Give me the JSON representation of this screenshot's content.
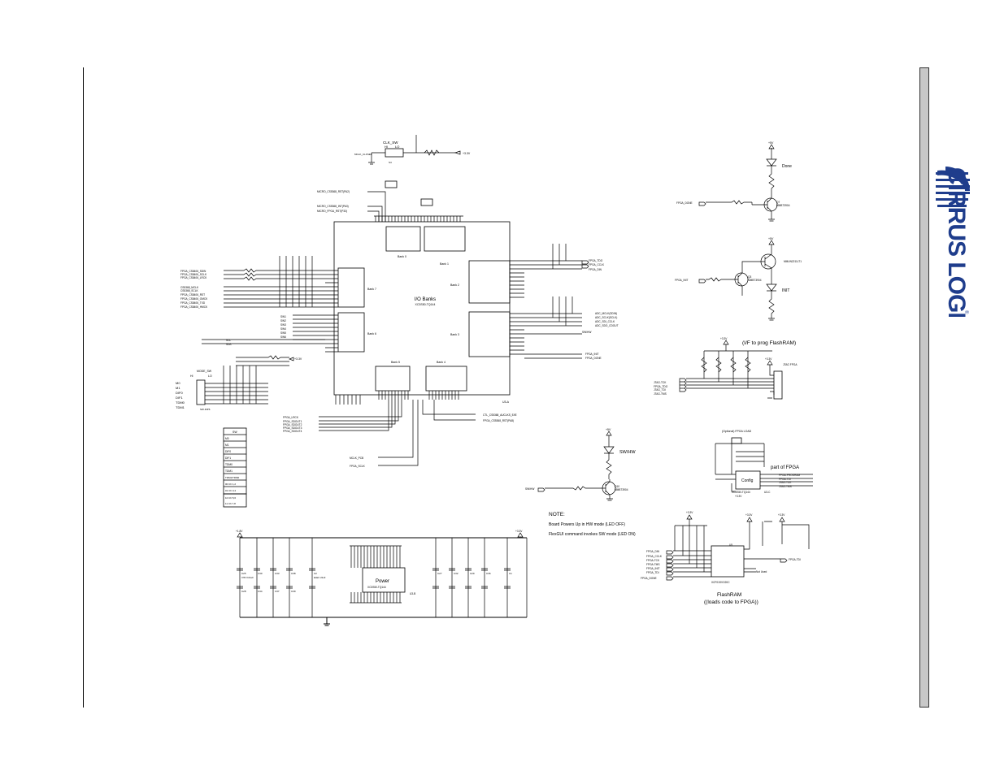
{
  "brand": {
    "name": "CIRRUS LOGIC",
    "registered": "®"
  },
  "fpga_core": {
    "title": "I/O Banks",
    "part": "XC3S50-TQ144",
    "ref": "U3-A",
    "banks": [
      "Bank 0",
      "Bank 1",
      "Bank 2",
      "Bank 3",
      "Bank 4",
      "Bank 5",
      "Bank 6",
      "Bank 7"
    ]
  },
  "clk_switch": {
    "label": "CLK_SW",
    "hi": "HI",
    "lo": "LO",
    "ref": "S4",
    "net": "MCLK_CLKSEL"
  },
  "rail_33": "+3.3V",
  "rail_5": "+5V",
  "rail_18": "+1.8V",
  "micro_nets": [
    "MICRO_CS5368_RST(PA2)",
    "MICRO_CS5368_INT(PA3)",
    "MICRO_FPGA_RST(P33)"
  ],
  "left_nets_a": [
    "FPGA_CS8406_SDIN",
    "FPGA_CS8406_SCLK",
    "FPGA_CS8406_LRCK",
    "CS5368_MCLK",
    "CS5368_SCLK",
    "FPGA_CS8406_RST",
    "FPGA_CS8406_OMCK",
    "FPGA_CS8406_TXD",
    "FPGA_CS8406_HMCK"
  ],
  "left_nets_b": [
    "SW1",
    "SW2",
    "SW3",
    "SW4",
    "SW5",
    "SW6"
  ],
  "i2c_nets": [
    "SCL",
    "SDA"
  ],
  "mode_switch": {
    "title": "MODE_SW",
    "hi": "HI",
    "lo": "LO",
    "rows": [
      "M0",
      "M1",
      "DIF0",
      "DIF1",
      "TDM0",
      "TDM1"
    ],
    "ref": "SW-DIP6"
  },
  "mode_table": {
    "header": "SW",
    "rows": [
      "M0",
      "M1",
      "DIF0",
      "DIF1",
      "TDM0",
      "TDM1"
    ],
    "tdm_header": "TDM1/TDM0",
    "tdm_rows": [
      "00 Ch 1,2",
      "01 Ch 3,4",
      "10 Ch 5,6",
      "11 Ch 7,8"
    ]
  },
  "right_nets": [
    "FPGA_TDO",
    "FPGA_CCLK",
    "FPGA_DIN",
    "ADC_MCLK(SDIN)",
    "ADC_SCLK(SCLK)",
    "ADC_SDI_CCLK",
    "ADC_SDO_CDOUT",
    "SW/HW",
    "FPGA_INIT",
    "FPGA_DONE"
  ],
  "bottom_nets": [
    "CTL_CS5368_AUCLKS_E/IE",
    "FPGA_CS5368_RST(PA8)",
    "MCLK_PCB",
    "FPGA_SCLK",
    "FPGA_LRCK",
    "FPGA_SDOUT1",
    "FPGA_SDOUT2",
    "FPGA_SDOUT3",
    "FPGA_SDOUT4"
  ],
  "done_led": {
    "label": "Done",
    "transistor": "MMBT3904",
    "net": "FPGA_DONE",
    "ref": "Q7"
  },
  "init_led": {
    "label": "INIT",
    "transistor": "MMBT3904",
    "net": "FPGA_INIT",
    "ref": "Q3",
    "pnp": "MMUN2211LT1"
  },
  "swhw_led": {
    "label": "SW/HW",
    "transistor": "MMBT3904",
    "net": "SW/HW",
    "ref": "Q10"
  },
  "prog_header": {
    "title": "I/F to prog FlashRAM",
    "conn": "JTAG FPGA",
    "nets": [
      "JTAG-TCK",
      "FPGA_TDO",
      "JTAG_TDI",
      "JTAG-TMS"
    ]
  },
  "config": {
    "title": "(Optional) FPGA LOAD",
    "block": "Config",
    "part": "XC3S50-TQ144",
    "ref": "U3-C",
    "note": "part of FPGA",
    "nets": [
      "FPGA-PROGRAM",
      "FPGA-TDI",
      "JTAG-TCK",
      "JTAG-TMS"
    ]
  },
  "note": {
    "title": "NOTE:",
    "line1": "Board Powers Up in HW mode (LED OFF)",
    "line2": "FlexGUI command invokes SW mode (LED ON)"
  },
  "flash": {
    "title": "FlashRAM",
    "subtitle": "(loads code to FPGA)",
    "part": "XCF01SVO20C",
    "ref": "U5",
    "nets_in": [
      "FPGA_DIN",
      "FPGA_CCLK",
      "FPGA-TCK",
      "FPGA-TMS",
      "FPGA_INIT",
      "FPGA_TDI",
      "FPGA_DONE"
    ],
    "net_out": "FPGA-TDI",
    "not_used": "Not Used"
  },
  "power": {
    "title": "Power",
    "part": "XC3S50-TQ144",
    "ref": "U3-B"
  },
  "decoupling": {
    "caps": [
      "C25",
      "C30",
      "C33",
      "C38",
      "C2",
      "C28",
      "C34",
      "C37",
      "C39",
      "C27",
      "C32",
      "C29",
      "C36",
      "C1"
    ],
    "values": [
      "X7R 0.01uF",
      "ELEC 22uF"
    ]
  }
}
